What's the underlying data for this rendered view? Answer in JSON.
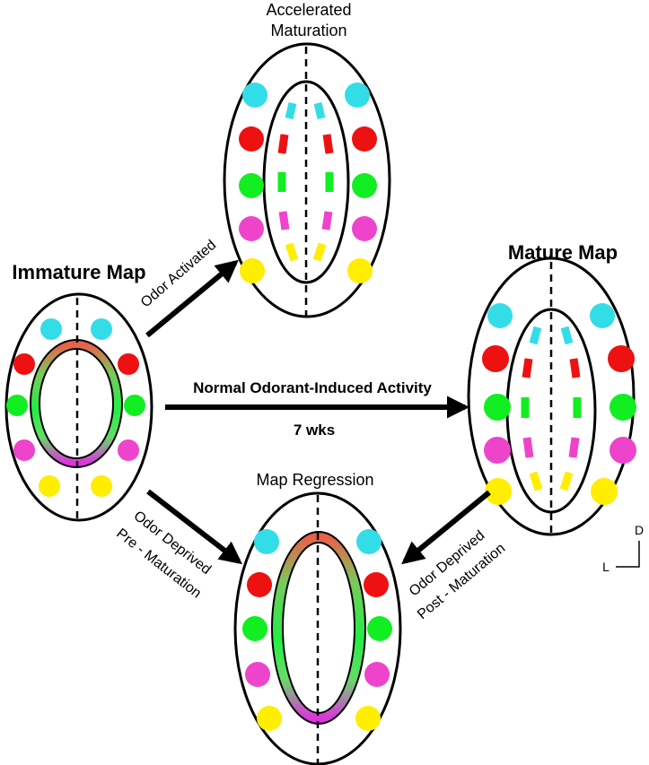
{
  "maps": {
    "immature": {
      "title": "Immature Map"
    },
    "accelerated": {
      "title_line1": "Accelerated",
      "title_line2": "Maturation"
    },
    "mature": {
      "title": "Mature Map"
    },
    "regression": {
      "title": "Map Regression"
    }
  },
  "arrows": {
    "odor_activated": "Odor Activated",
    "normal_activity": "Normal Odorant-Induced Activity",
    "duration": "7 wks",
    "pre_line1": "Odor Deprived",
    "pre_line2": "Pre - Maturation",
    "post_line1": "Odor Deprived",
    "post_line2": "Post - Maturation"
  },
  "orientation": {
    "dorsal": "D",
    "lateral": "L"
  },
  "colors": {
    "cyan": "#33dde8",
    "red": "#ee1111",
    "green": "#11ee22",
    "magenta": "#ee44cc",
    "yellow": "#ffee00"
  }
}
